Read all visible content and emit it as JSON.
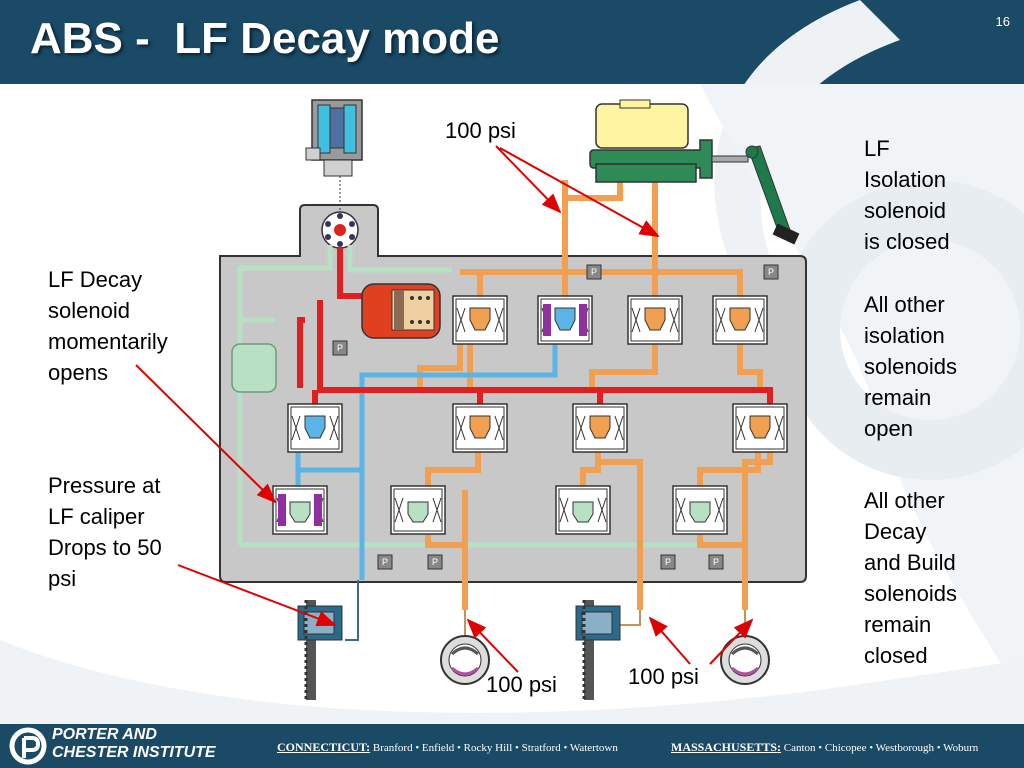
{
  "slide": {
    "title": "ABS -  LF Decay mode",
    "page_number": "16"
  },
  "notes": {
    "left_top": [
      "LF Decay",
      "solenoid",
      "momentarily",
      "opens"
    ],
    "left_bottom": [
      "Pressure at",
      "LF caliper",
      "Drops to 50",
      "psi"
    ],
    "right_1": [
      "LF",
      "Isolation",
      "solenoid",
      "is closed"
    ],
    "right_2": [
      "All other",
      "isolation",
      "solenoids",
      "remain",
      "open"
    ],
    "right_3": [
      "All other",
      "Decay",
      "and Build",
      "solenoids",
      "remain",
      "closed"
    ]
  },
  "pressure_labels": {
    "top": "100 psi",
    "bottom_left": "100 psi",
    "bottom_right": "100 psi"
  },
  "port_marker": "P",
  "colors": {
    "header": "#1a4a66",
    "high_pressure": "#e02020",
    "low_pressure": "#5ab4e6",
    "apply_pressure": "#f0a050",
    "return_line": "#b8e0c4",
    "master_cylinder": "#2e8b57",
    "reservoir": "#fff4a0",
    "modulator_body": "#c8c8c8",
    "arrows": "#e00000"
  },
  "footer": {
    "logo_line1": "PORTER AND",
    "logo_line2": "CHESTER INSTITUTE",
    "state1": "CONNECTICUT:",
    "cities1": " Branford • Enfield • Rocky Hill • Stratford • Watertown",
    "state2": "MASSACHUSETTS:",
    "cities2": " Canton • Chicopee • Westborough • Woburn"
  }
}
